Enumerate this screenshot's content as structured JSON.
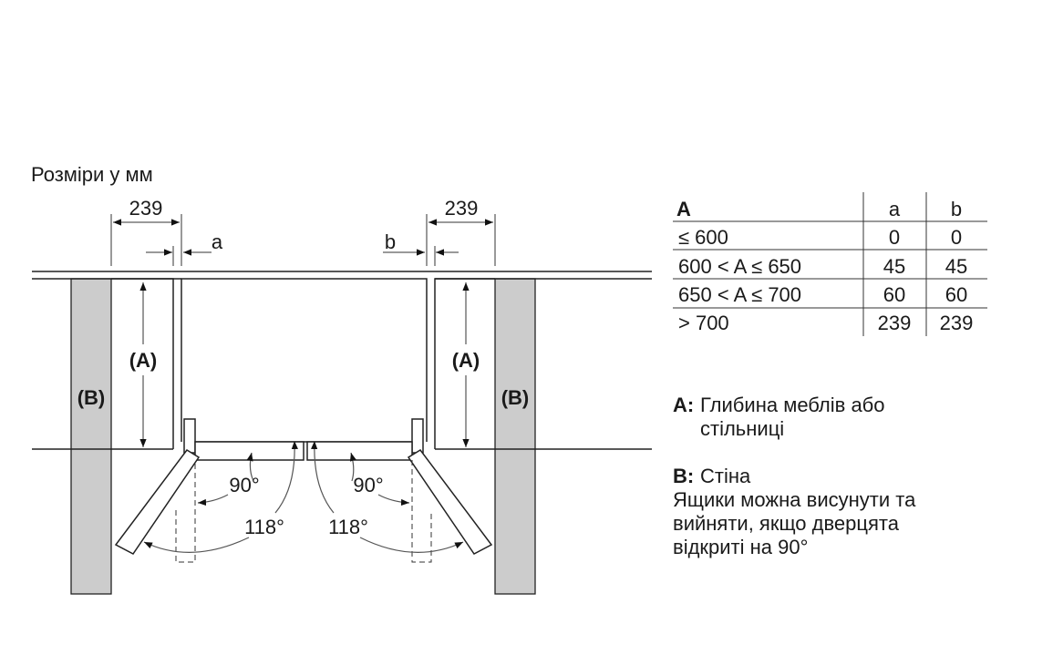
{
  "title": "Розміри у мм",
  "diagram": {
    "dim_left": "239",
    "dim_right": "239",
    "gap_left_label": "a",
    "gap_right_label": "b",
    "depth_label_left": "(A)",
    "depth_label_right": "(A)",
    "wall_label_left": "(B)",
    "wall_label_right": "(B)",
    "angle_90_left": "90°",
    "angle_90_right": "90°",
    "angle_118_left": "118°",
    "angle_118_right": "118°",
    "wall_color": "#cccccc"
  },
  "table": {
    "headers": [
      "A",
      "a",
      "b"
    ],
    "rows": [
      [
        "≤ 600",
        "0",
        "0"
      ],
      [
        "600 < A ≤ 650",
        "45",
        "45"
      ],
      [
        "650 < A ≤ 700",
        "60",
        "60"
      ],
      [
        "> 700",
        "239",
        "239"
      ]
    ]
  },
  "legend": {
    "a_key": "A:",
    "a_line1": "Глибина меблів або",
    "a_line2": "стільниці",
    "b_key": "B:",
    "b_line1": "Стіна",
    "b_line2": "Ящики можна висунути та",
    "b_line3": "вийняти, якщо дверцята",
    "b_line4": "відкриті на 90°"
  }
}
